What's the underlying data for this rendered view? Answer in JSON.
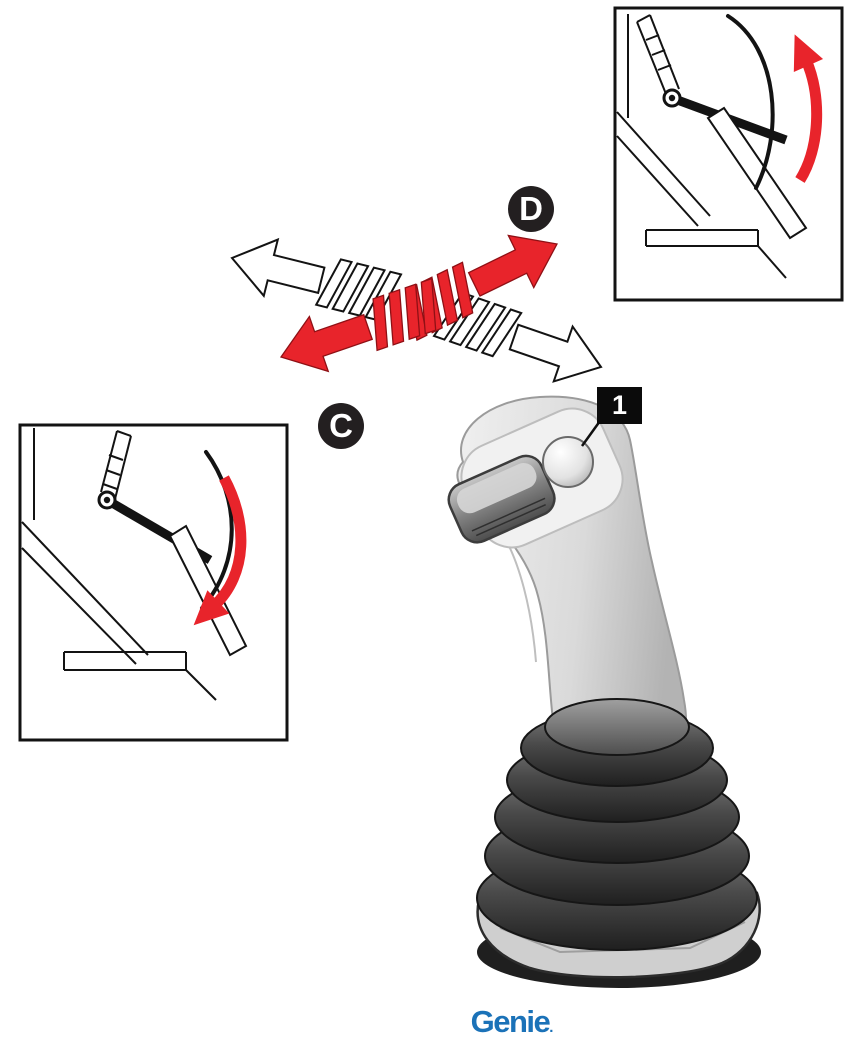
{
  "diagram": {
    "type": "joystick-control-instruction",
    "arrows": {
      "upper_left": {
        "style": "outline",
        "color": "#ffffff",
        "badge": ""
      },
      "upper_right": {
        "style": "solid",
        "color": "#e8242b",
        "badge": "D"
      },
      "lower_left": {
        "style": "solid",
        "color": "#e8242b",
        "badge": "C"
      },
      "lower_right": {
        "style": "outline",
        "color": "#ffffff",
        "badge": ""
      }
    },
    "insets": {
      "top_right": {
        "motion": "boom-raise",
        "arrow_icon": "curved-red-arrow-up"
      },
      "left": {
        "motion": "boom-lower",
        "arrow_icon": "curved-red-arrow-down"
      }
    },
    "callouts": {
      "item_1": "1"
    },
    "logo": {
      "text": "Genie",
      "mark": "."
    },
    "colors": {
      "arrow_red": "#e8242b",
      "badge_bg": "#231f20",
      "badge_text": "#ffffff",
      "logo_blue": "#1b72b8",
      "line_black": "#131313"
    }
  }
}
